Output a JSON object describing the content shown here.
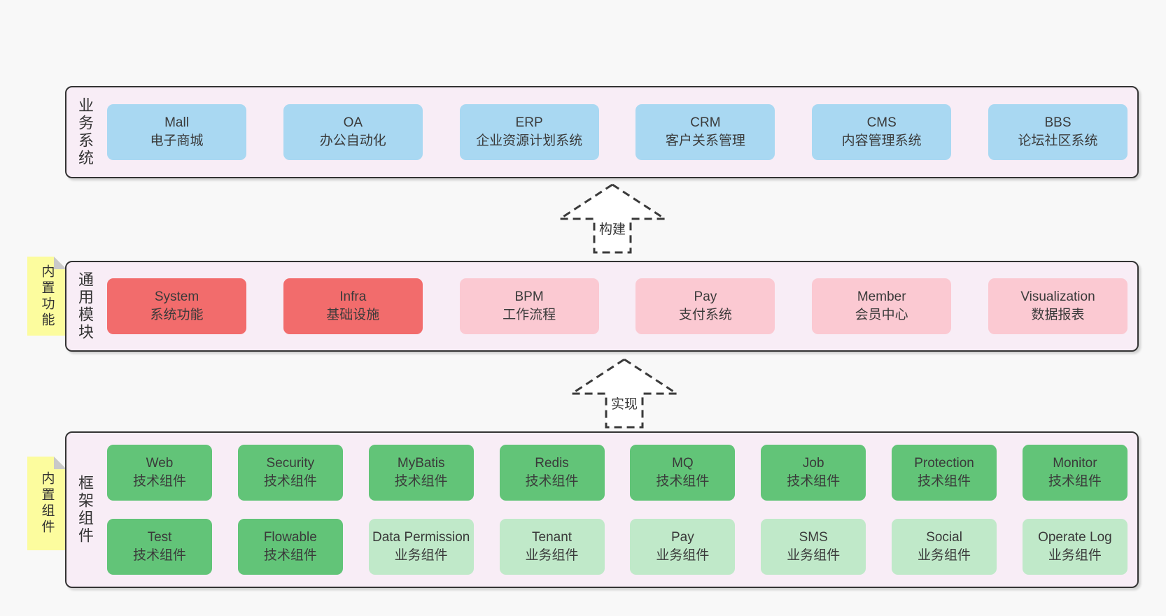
{
  "palette": {
    "page_bg": "#f8f8f8",
    "layer_bg": "#f8edf6",
    "layer_border": "#333333",
    "blue": "#a9d8f2",
    "red": "#f26c6c",
    "pink": "#fbc9d2",
    "green": "#62c478",
    "light_green": "#c0e9c9",
    "sticky_yellow": "#fcfc9e",
    "fold_gray": "#c9c9c9",
    "text": "#3a3a3a"
  },
  "arrows": [
    {
      "label": "构建"
    },
    {
      "label": "实现"
    }
  ],
  "layers": [
    {
      "label": "业务系统",
      "boxes": [
        {
          "en": "Mall",
          "zh": "电子商城"
        },
        {
          "en": "OA",
          "zh": "办公自动化"
        },
        {
          "en": "ERP",
          "zh": "企业资源计划系统"
        },
        {
          "en": "CRM",
          "zh": "客户关系管理"
        },
        {
          "en": "CMS",
          "zh": "内容管理系统"
        },
        {
          "en": "BBS",
          "zh": "论坛社区系统"
        }
      ]
    },
    {
      "label": "通用模块",
      "sticky": "内置功能",
      "boxes": [
        {
          "en": "System",
          "zh": "系统功能",
          "variant": "red"
        },
        {
          "en": "Infra",
          "zh": "基础设施",
          "variant": "red"
        },
        {
          "en": "BPM",
          "zh": "工作流程",
          "variant": "pink"
        },
        {
          "en": "Pay",
          "zh": "支付系统",
          "variant": "pink"
        },
        {
          "en": "Member",
          "zh": "会员中心",
          "variant": "pink"
        },
        {
          "en": "Visualization",
          "zh": "数据报表",
          "variant": "pink"
        }
      ]
    },
    {
      "label": "框架组件",
      "sticky": "内置组件",
      "rows": [
        [
          {
            "en": "Web",
            "zh": "技术组件",
            "variant": "green"
          },
          {
            "en": "Security",
            "zh": "技术组件",
            "variant": "green"
          },
          {
            "en": "MyBatis",
            "zh": "技术组件",
            "variant": "green"
          },
          {
            "en": "Redis",
            "zh": "技术组件",
            "variant": "green"
          },
          {
            "en": "MQ",
            "zh": "技术组件",
            "variant": "green"
          },
          {
            "en": "Job",
            "zh": "技术组件",
            "variant": "green"
          },
          {
            "en": "Protection",
            "zh": "技术组件",
            "variant": "green"
          },
          {
            "en": "Monitor",
            "zh": "技术组件",
            "variant": "green"
          }
        ],
        [
          {
            "en": "Test",
            "zh": "技术组件",
            "variant": "green"
          },
          {
            "en": "Flowable",
            "zh": "技术组件",
            "variant": "green"
          },
          {
            "en": "Data Permission",
            "zh": "业务组件",
            "variant": "light-green"
          },
          {
            "en": "Tenant",
            "zh": "业务组件",
            "variant": "light-green"
          },
          {
            "en": "Pay",
            "zh": "业务组件",
            "variant": "light-green"
          },
          {
            "en": "SMS",
            "zh": "业务组件",
            "variant": "light-green"
          },
          {
            "en": "Social",
            "zh": "业务组件",
            "variant": "light-green"
          },
          {
            "en": "Operate Log",
            "zh": "业务组件",
            "variant": "light-green"
          }
        ]
      ]
    }
  ]
}
